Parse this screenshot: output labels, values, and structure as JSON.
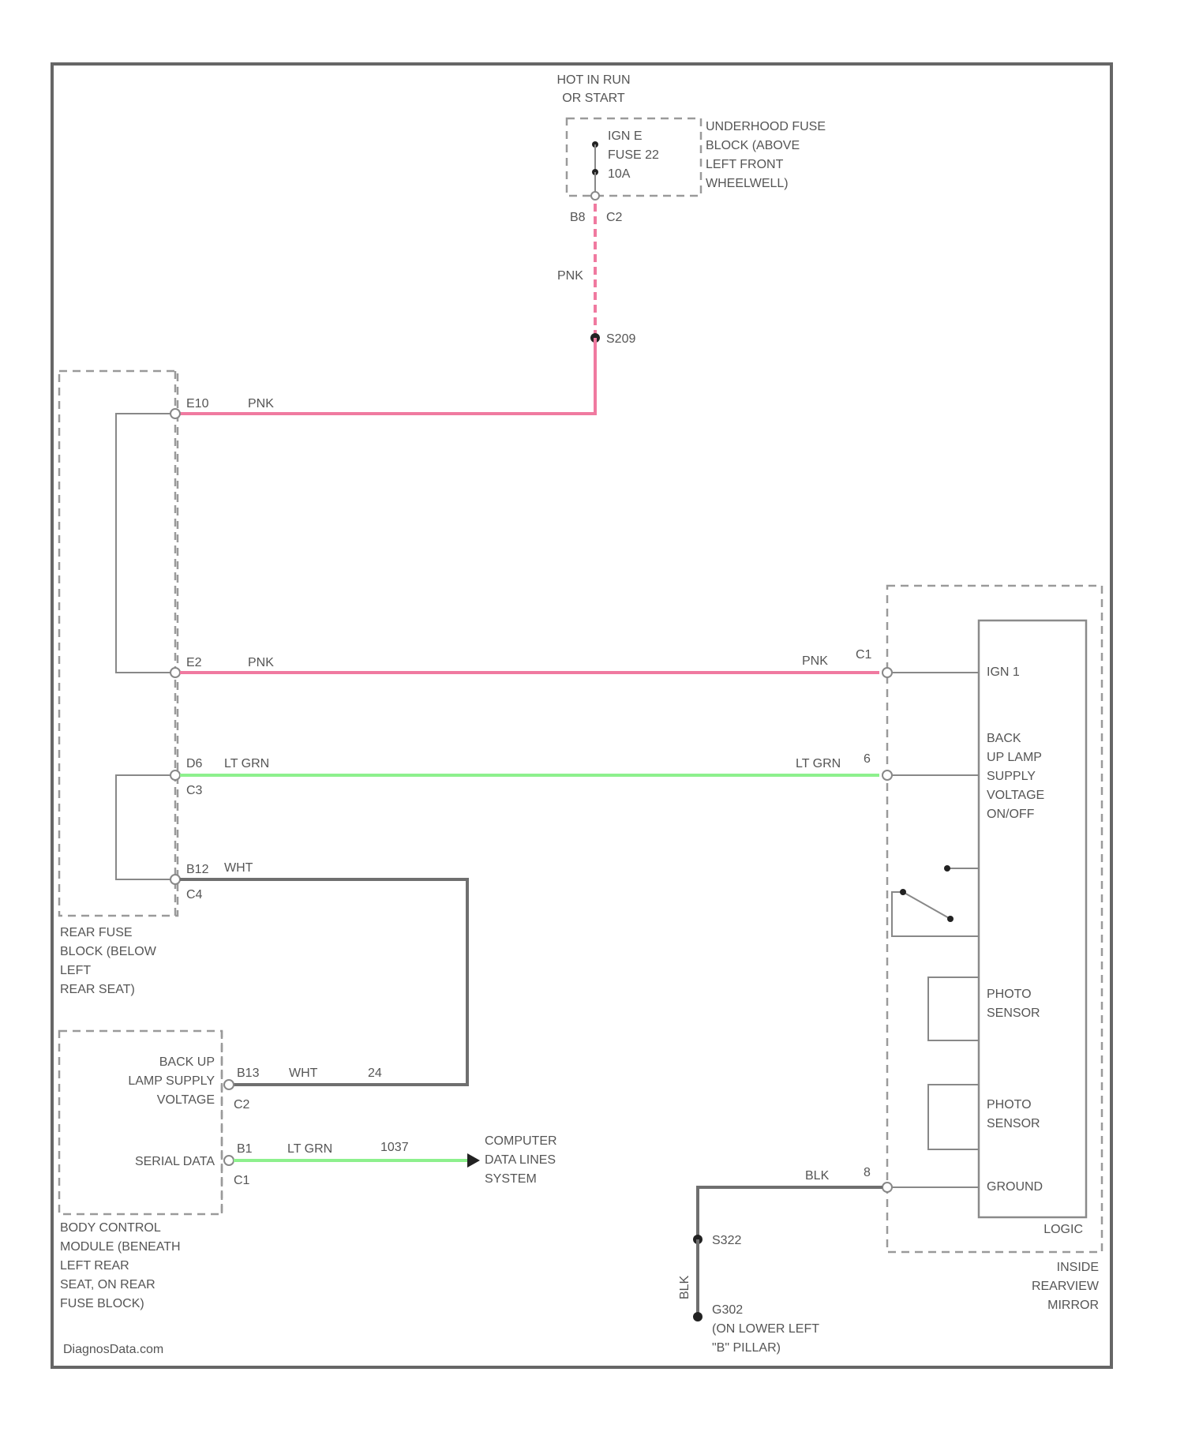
{
  "power": {
    "hot_lines": [
      "HOT IN RUN",
      "OR START"
    ],
    "fuse_lines": [
      "IGN E",
      "FUSE 22",
      "10A"
    ],
    "fuse_block_lines": [
      "UNDERHOOD FUSE",
      "BLOCK (ABOVE",
      "LEFT FRONT",
      "WHEELWELL)"
    ],
    "pin_b8": "B8",
    "conn_c2": "C2",
    "wire_pnk": "PNK",
    "splice": "S209"
  },
  "rear_fuse_block": {
    "label_lines": [
      "REAR FUSE",
      "BLOCK (BELOW",
      "LEFT",
      "REAR SEAT)"
    ],
    "pin_e10": "E10",
    "pin_e2": "E2",
    "pin_d6": "D6",
    "conn_c3": "C3",
    "pin_b12": "B12",
    "conn_c4": "C4"
  },
  "wires": {
    "pnk": "PNK",
    "lt_grn": "LT GRN",
    "wht": "WHT",
    "blk": "BLK",
    "circuit_24": "24",
    "circuit_1037": "1037"
  },
  "bcm": {
    "label_lines": [
      "BODY CONTROL",
      "MODULE (BENEATH",
      "LEFT REAR",
      "SEAT, ON REAR",
      "FUSE BLOCK)"
    ],
    "backup_lines": [
      "BACK UP",
      "LAMP SUPPLY",
      "VOLTAGE"
    ],
    "serial_data": "SERIAL DATA",
    "pin_b13": "B13",
    "conn_c2": "C2",
    "pin_b1": "B1",
    "conn_c1": "C1"
  },
  "computer_data": {
    "label_lines": [
      "COMPUTER",
      "DATA LINES",
      "SYSTEM"
    ]
  },
  "mirror": {
    "label_lines": [
      "INSIDE",
      "REARVIEW",
      "MIRROR"
    ],
    "ign_label": "IGN 1",
    "backup_lines": [
      "BACK",
      "UP LAMP",
      "SUPPLY",
      "VOLTAGE",
      "ON/OFF"
    ],
    "photo_sensor_1": [
      "PHOTO",
      "SENSOR"
    ],
    "photo_sensor_2": [
      "PHOTO",
      "SENSOR"
    ],
    "ground_label": "GROUND",
    "logic_label": "LOGIC",
    "pin_c1": "C1",
    "pin_6_upper": "6",
    "pin_8": "8"
  },
  "ground": {
    "splice": "S322",
    "ground_lines": [
      "G302",
      "(ON LOWER LEFT",
      "\"B\" PILLAR)"
    ]
  },
  "footer": {
    "watermark": "DiagnosData.com"
  }
}
